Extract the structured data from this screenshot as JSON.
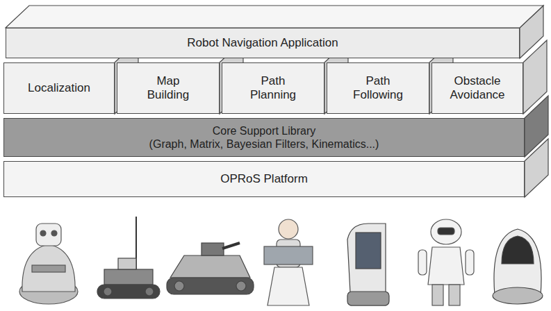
{
  "diagram": {
    "nodes": [
      {
        "text": [
          "Robot Navigation Application"
        ]
      },
      {
        "text": [
          "Localization"
        ]
      },
      {
        "text": [
          "Map Building"
        ]
      },
      {
        "text": [
          "Path Planning"
        ]
      },
      {
        "text": [
          "Path Following"
        ]
      },
      {
        "text": [
          "Obstacle Avoidance"
        ]
      },
      {
        "text": [
          "Core Support Library",
          "(Graph, Matrix, Bayesian Filters, Kinematics...)"
        ]
      },
      {
        "text": [
          "OPRoS Platform"
        ]
      }
    ]
  }
}
